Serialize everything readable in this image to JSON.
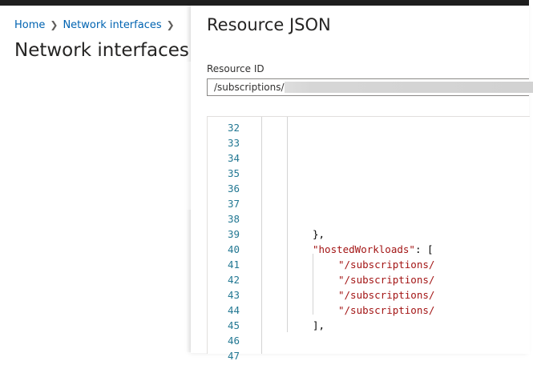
{
  "background_panel": {
    "breadcrumb": [
      {
        "label": "Home"
      },
      {
        "label": "Network interfaces"
      }
    ],
    "title": "Network interfaces"
  },
  "blade": {
    "title": "Resource JSON",
    "resource_id": {
      "label": "Resource ID",
      "value": "/subscriptions/"
    },
    "editor": {
      "lines": [
        {
          "num": "32",
          "indent": 0,
          "parts": []
        },
        {
          "num": "33",
          "indent": 0,
          "parts": []
        },
        {
          "num": "34",
          "indent": 0,
          "parts": []
        },
        {
          "num": "35",
          "indent": 0,
          "parts": []
        },
        {
          "num": "36",
          "indent": 0,
          "parts": []
        },
        {
          "num": "37",
          "indent": 0,
          "parts": []
        },
        {
          "num": "38",
          "indent": 0,
          "parts": []
        },
        {
          "num": "39",
          "indent": 0,
          "parts": [
            {
              "t": "},",
              "c": "punct"
            }
          ]
        },
        {
          "num": "40",
          "indent": 0,
          "parts": [
            {
              "t": "\"hostedWorkloads\"",
              "c": "key"
            },
            {
              "t": ": [",
              "c": "punct"
            }
          ]
        },
        {
          "num": "41",
          "indent": 1,
          "parts": [
            {
              "t": "\"/subscriptions/",
              "c": "str"
            }
          ]
        },
        {
          "num": "42",
          "indent": 1,
          "parts": [
            {
              "t": "\"/subscriptions/",
              "c": "str"
            }
          ]
        },
        {
          "num": "43",
          "indent": 1,
          "parts": [
            {
              "t": "\"/subscriptions/",
              "c": "str"
            }
          ]
        },
        {
          "num": "44",
          "indent": 1,
          "parts": [
            {
              "t": "\"/subscriptions/",
              "c": "str"
            }
          ]
        },
        {
          "num": "45",
          "indent": 0,
          "parts": [
            {
              "t": "],",
              "c": "punct"
            }
          ]
        },
        {
          "num": "46",
          "indent": 0,
          "parts": []
        },
        {
          "num": "47",
          "indent": 0,
          "parts": []
        }
      ]
    }
  },
  "colors": {
    "link": "#0063b1",
    "line_number": "#237893",
    "json_string": "#a31515",
    "top_bar": "#1f1f1f"
  }
}
